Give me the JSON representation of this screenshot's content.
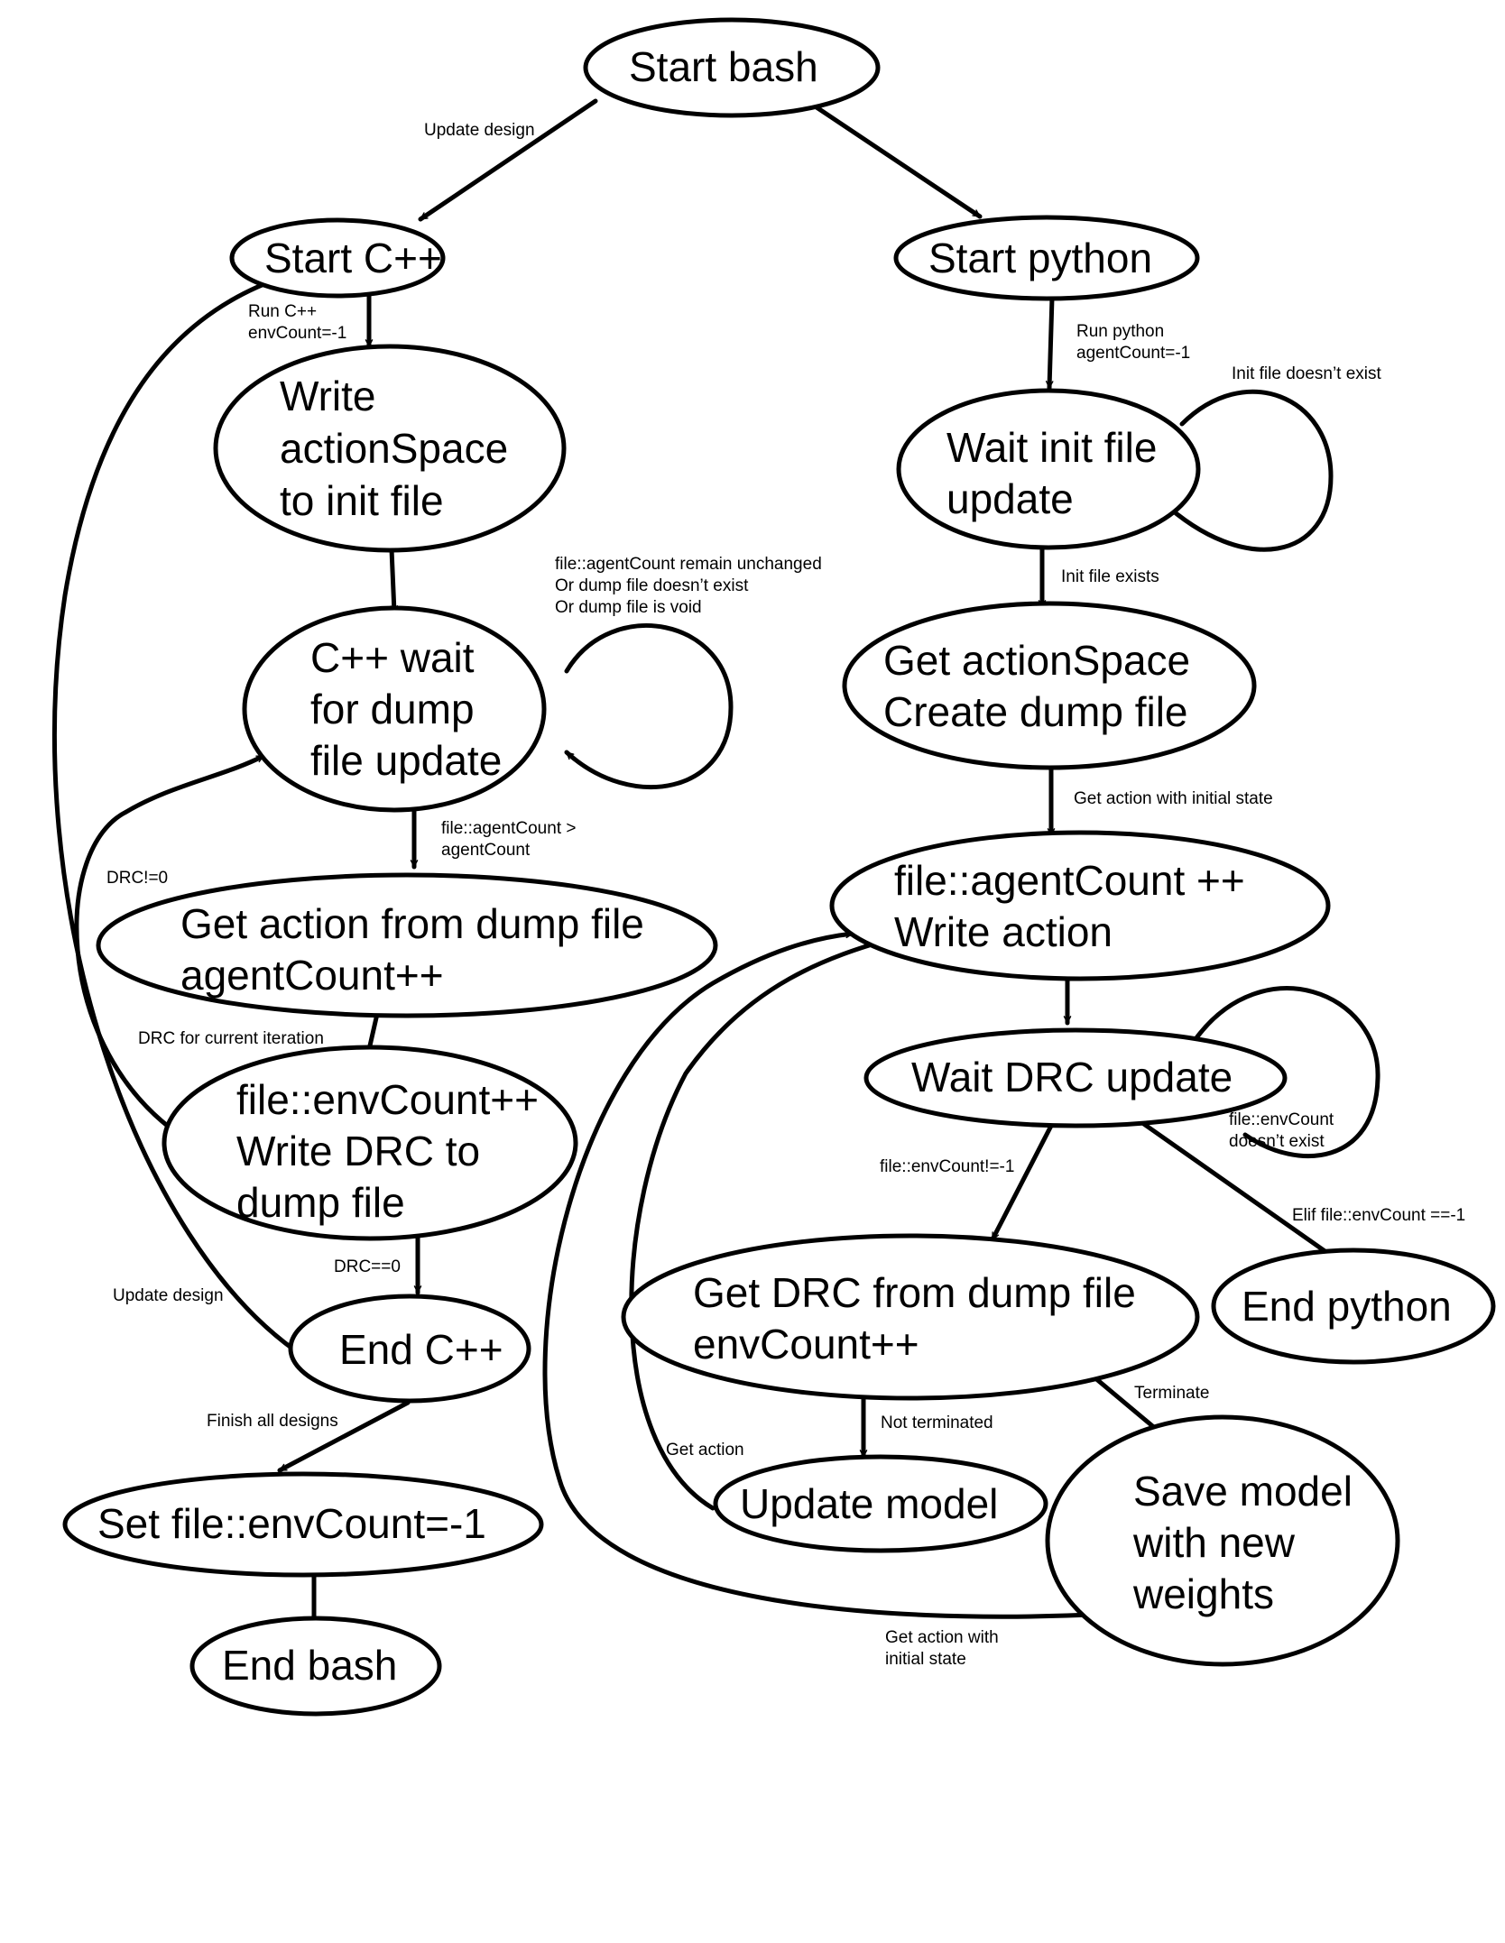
{
  "nodes": {
    "start_bash": [
      "Start bash"
    ],
    "start_cpp": [
      "Start C++"
    ],
    "write_action_space": [
      "Write",
      "actionSpace",
      "to init file"
    ],
    "cpp_wait_dump": [
      "C++ wait",
      "for dump",
      "file update"
    ],
    "get_action_dump": [
      "Get action from dump file",
      "agentCount++"
    ],
    "write_drc": [
      "file::envCount++",
      "Write DRC to",
      "dump file"
    ],
    "end_cpp": [
      "End C++"
    ],
    "set_envcount": [
      "Set file::envCount=-1"
    ],
    "end_bash": [
      "End bash"
    ],
    "start_python": [
      "Start python"
    ],
    "wait_init": [
      "Wait init file",
      "update"
    ],
    "get_action_space": [
      "Get actionSpace",
      "Create dump file"
    ],
    "write_action": [
      "file::agentCount ++",
      "Write action"
    ],
    "wait_drc": [
      "Wait DRC update"
    ],
    "get_drc": [
      "Get DRC from dump file",
      "envCount++"
    ],
    "end_python": [
      "End python"
    ],
    "update_model": [
      "Update model"
    ],
    "save_model": [
      "Save model",
      "with new",
      "weights"
    ]
  },
  "edges": {
    "update_design_top": [
      "Update design"
    ],
    "run_cpp": [
      "Run C++",
      "envCount=-1"
    ],
    "cpp_wait_loop": [
      "file::agentCount remain unchanged",
      "Or dump file doesn’t exist",
      "Or dump file is void"
    ],
    "agentcount_gt": [
      "file::agentCount >",
      "agentCount"
    ],
    "drc_ne_0": [
      "DRC!=0"
    ],
    "drc_current": [
      "DRC for current iteration"
    ],
    "drc_eq_0": [
      "DRC==0"
    ],
    "update_design_left": [
      "Update design"
    ],
    "finish_all": [
      "Finish all designs"
    ],
    "run_python": [
      "Run python",
      "agentCount=-1"
    ],
    "init_not_exist": [
      "Init file doesn’t exist"
    ],
    "init_exists": [
      "Init file exists"
    ],
    "get_action_initial": [
      "Get action with initial state"
    ],
    "envcount_not_exist": [
      "file::envCount",
      "doesn’t exist"
    ],
    "envcount_ne": [
      "file::envCount!=-1"
    ],
    "elif_envcount": [
      "Elif file::envCount ==-1"
    ],
    "not_terminated": [
      "Not terminated"
    ],
    "terminate": [
      "Terminate"
    ],
    "get_action": [
      "Get action"
    ],
    "get_action_initial_2": [
      "Get action with",
      "initial state"
    ]
  }
}
